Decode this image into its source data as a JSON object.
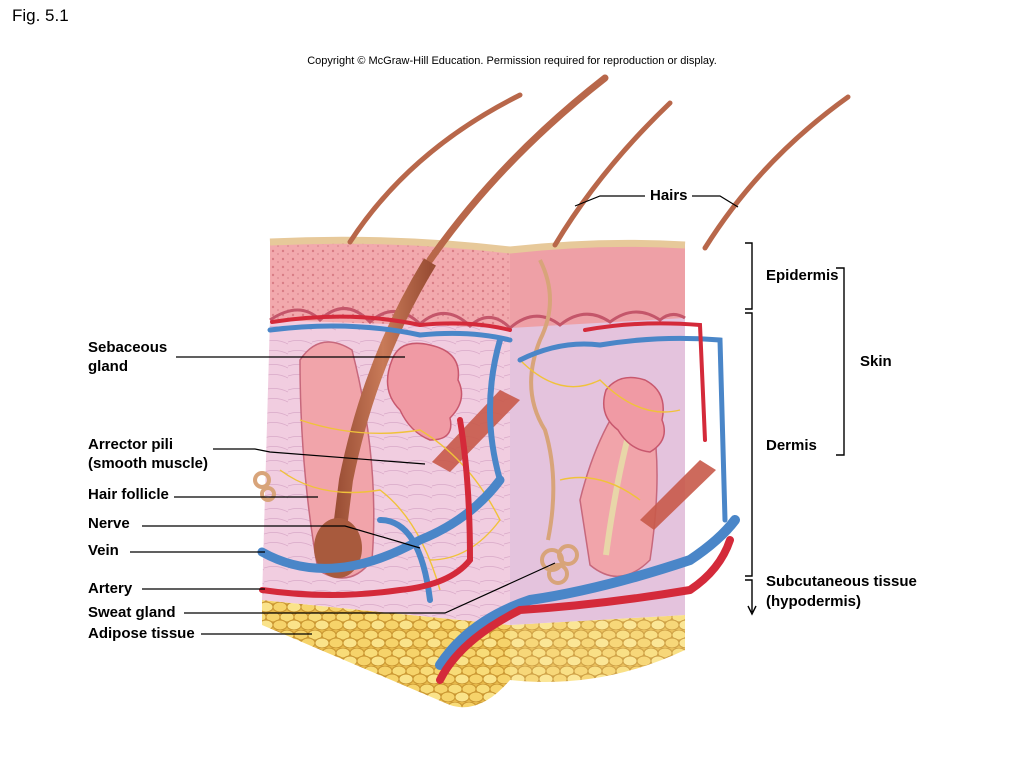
{
  "figure_label": "Fig. 5.1",
  "copyright": "Copyright © McGraw-Hill Education. Permission required for reproduction or display.",
  "labels": {
    "hairs": "Hairs",
    "epidermis": "Epidermis",
    "skin": "Skin",
    "dermis": "Dermis",
    "subcutaneous_line1": "Subcutaneous tissue",
    "subcutaneous_line2": "(hypodermis)",
    "sebaceous_line1": "Sebaceous",
    "sebaceous_line2": "gland",
    "arrector_line1": "Arrector pili",
    "arrector_line2": "(smooth muscle)",
    "hair_follicle": "Hair follicle",
    "nerve": "Nerve",
    "vein": "Vein",
    "artery": "Artery",
    "sweat_gland": "Sweat gland",
    "adipose": "Adipose tissue"
  },
  "colors": {
    "epidermis": "#f2a9ad",
    "dermis": "#f3cfe0",
    "dermis_side": "#e4c3dd",
    "hair": "#b8674a",
    "vein": "#4a86c8",
    "artery": "#d42a3a",
    "adipose": "#f6d36a",
    "nerve": "#f0c23a"
  }
}
